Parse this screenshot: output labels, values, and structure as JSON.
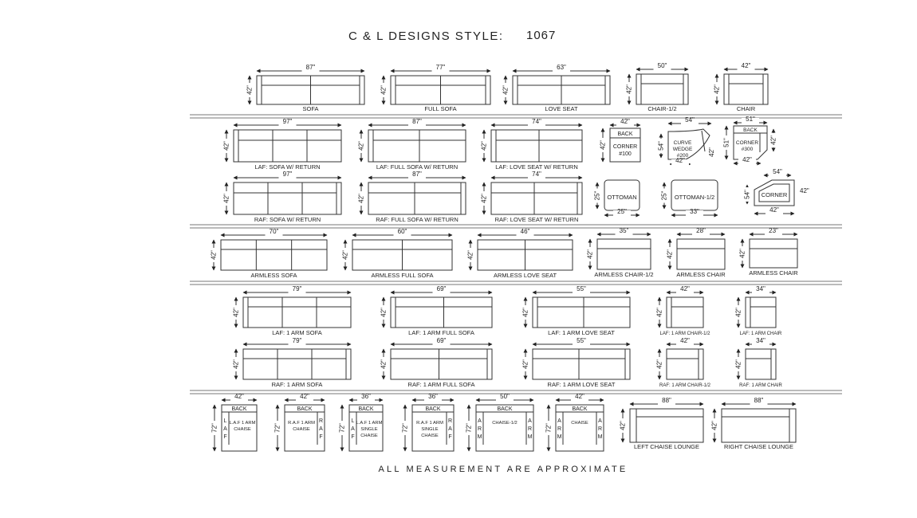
{
  "title": {
    "brand": "C & L DESIGNS STYLE:",
    "style_number": "1067"
  },
  "footer": "ALL MEASUREMENT ARE APPROXIMATE",
  "common": {
    "depth_42": "42\"",
    "depth_25": "25\"",
    "depth_54": "54\"",
    "depth_51": "51\"",
    "depth_72": "72\"",
    "back": "BACK",
    "arm": "ARM",
    "laf_letters": "LAF",
    "raf_letters": "RAF"
  },
  "row1": [
    {
      "label": "SOFA",
      "width": "87\""
    },
    {
      "label": "FULL SOFA",
      "width": "77\""
    },
    {
      "label": "LOVE SEAT",
      "width": "63\""
    },
    {
      "label": "CHAIR-1/2",
      "width": "50\""
    },
    {
      "label": "CHAIR",
      "width": "42\""
    }
  ],
  "row2": [
    {
      "label": "LAF: SOFA W/ RETURN",
      "width": "97\""
    },
    {
      "label": "LAF: FULL SOFA W/ RETURN",
      "width": "87\""
    },
    {
      "label": "LAF: LOVE SEAT W/ RETURN",
      "width": "74\""
    }
  ],
  "row3": [
    {
      "label": "RAF: SOFA W/ RETURN",
      "width": "97\""
    },
    {
      "label": "RAF: FULL SOFA W/ RETURN",
      "width": "87\""
    },
    {
      "label": "RAF: LOVE SEAT W/ RETURN",
      "width": "74\""
    }
  ],
  "corner100": {
    "width": "42\"",
    "line1": "CORNER",
    "line2": "#100"
  },
  "wedge": {
    "width": "54\"",
    "bottom": "42\"",
    "line1": "CURVE",
    "line2": "WEDGE",
    "line3": "#200"
  },
  "corner300": {
    "width": "51\"",
    "bottom": "42\"",
    "line1": "CORNER",
    "line2": "#300"
  },
  "ottoman": {
    "label": "OTTOMAN",
    "width": "25\""
  },
  "ottoman_half": {
    "label": "OTTOMAN-1/2",
    "width": "33\""
  },
  "corner_big": {
    "label": "CORNER",
    "top": "54\"",
    "right": "42\"",
    "bottom": "42\""
  },
  "row4": [
    {
      "label": "ARMLESS SOFA",
      "width": "70\""
    },
    {
      "label": "ARMLESS FULL SOFA",
      "width": "60\""
    },
    {
      "label": "ARMLESS LOVE SEAT",
      "width": "46\""
    },
    {
      "label": "ARMLESS CHAIR-1/2",
      "width": "35\""
    },
    {
      "label": "ARMLESS CHAIR",
      "width": "28\""
    },
    {
      "label": "ARMLESS CHAIR",
      "width": "23\""
    }
  ],
  "row5": [
    {
      "label": "LAF: 1 ARM SOFA",
      "width": "79\""
    },
    {
      "label": "LAF: 1 ARM FULL SOFA",
      "width": "69\""
    },
    {
      "label": "LAF: 1 ARM LOVE SEAT",
      "width": "55\""
    },
    {
      "label": "LAF: 1 ARM CHAIR-1/2",
      "width": "42\""
    },
    {
      "label": "LAF: 1 ARM CHAIR",
      "width": "34\""
    }
  ],
  "row6": [
    {
      "label": "RAF: 1 ARM SOFA",
      "width": "79\""
    },
    {
      "label": "RAF: 1 ARM FULL SOFA",
      "width": "69\""
    },
    {
      "label": "RAF: 1 ARM LOVE SEAT",
      "width": "55\""
    },
    {
      "label": "RAF: 1 ARM CHAIR-1/2",
      "width": "42\""
    },
    {
      "label": "RAF: 1 ARM CHAIR",
      "width": "34\""
    }
  ],
  "row7": [
    {
      "width": "42\"",
      "lines": [
        "L.A.F 1 ARM",
        "CHAISE",
        ""
      ]
    },
    {
      "width": "42\"",
      "lines": [
        "R.A.F 1 ARM",
        "CHAISE",
        ""
      ]
    },
    {
      "width": "36\"",
      "lines": [
        "L.A.F 1 ARM",
        "SINGLE",
        "CHAISE"
      ]
    },
    {
      "width": "36\"",
      "lines": [
        "R.A.F 1 ARM",
        "SINGLE",
        "CHAISE"
      ]
    },
    {
      "width": "50\"",
      "lines": [
        "CHAISE-1/2",
        "",
        ""
      ]
    },
    {
      "width": "42\"",
      "lines": [
        "CHAISE",
        "",
        ""
      ]
    }
  ],
  "lounges": [
    {
      "label": "LEFT CHAISE LOUNGE",
      "width": "88\""
    },
    {
      "label": "RIGHT CHAISE LOUNGE",
      "width": "88\""
    }
  ]
}
